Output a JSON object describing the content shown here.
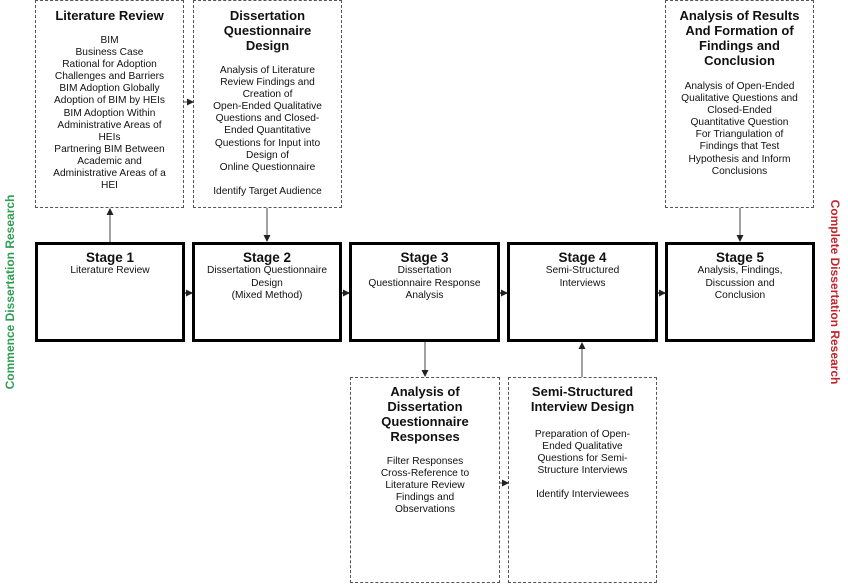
{
  "side_labels": {
    "left": {
      "text": "Commence Dissertation Research",
      "color": "#2e9e55"
    },
    "right": {
      "text": "Complete Dissertation Research",
      "color": "#c0262d"
    }
  },
  "stages": [
    {
      "title": "Stage 1",
      "lines": [
        "Literature Review"
      ]
    },
    {
      "title": "Stage 2",
      "lines": [
        "Dissertation Questionnaire",
        "Design",
        "(Mixed Method)"
      ]
    },
    {
      "title": "Stage 3",
      "lines": [
        "Dissertation",
        "Questionnaire Response",
        "Analysis"
      ]
    },
    {
      "title": "Stage 4",
      "lines": [
        "Semi-Structured",
        "Interviews"
      ]
    },
    {
      "title": "Stage 5",
      "lines": [
        "Analysis, Findings,",
        "Discussion and",
        "Conclusion"
      ]
    }
  ],
  "details": {
    "literature_review": {
      "title": [
        "Literature Review"
      ],
      "lines": [
        "BIM",
        "Business Case",
        "Rational for Adoption",
        "Challenges and Barriers",
        "BIM Adoption Globally",
        "Adoption of BIM by HEIs",
        "BIM Adoption Within",
        "Administrative Areas of",
        "HEIs",
        "Partnering BIM Between",
        "Academic and",
        "Administrative Areas of a",
        "HEI"
      ]
    },
    "questionnaire_design": {
      "title": [
        "Dissertation",
        "Questionnaire",
        "Design"
      ],
      "lines": [
        "Analysis of Literature",
        "Review Findings and",
        "Creation of",
        "Open-Ended Qualitative",
        "Questions and Closed-",
        "Ended Quantitative",
        "Questions for Input into",
        "Design of",
        "Online Questionnaire",
        "",
        "Identify Target Audience"
      ]
    },
    "results_analysis": {
      "title": [
        "Analysis of Results",
        "And Formation of",
        "Findings and",
        "Conclusion"
      ],
      "lines": [
        "Analysis of Open-Ended",
        "Qualitative Questions and",
        "Closed-Ended",
        "Quantitative Question",
        "For Triangulation of",
        "Findings that Test",
        "Hypothesis and Inform",
        "Conclusions"
      ]
    },
    "questionnaire_responses": {
      "title": [
        "Analysis of",
        "Dissertation",
        "Questionnaire",
        "Responses"
      ],
      "lines": [
        "Filter Responses",
        "Cross-Reference to",
        "Literature Review",
        "Findings and",
        "Observations"
      ]
    },
    "interview_design": {
      "title": [
        "Semi-Structured",
        "Interview Design"
      ],
      "lines": [
        "Preparation of Open-",
        "Ended Qualitative",
        "Questions for Semi-",
        "Structure Interviews",
        "",
        "Identify Interviewees"
      ]
    }
  }
}
